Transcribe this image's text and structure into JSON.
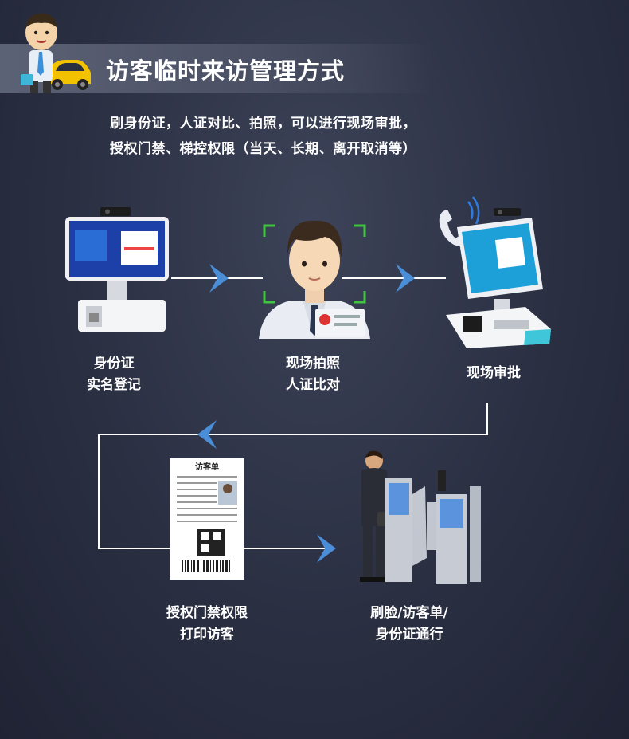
{
  "header": {
    "title": "访客临时来访管理方式"
  },
  "description": {
    "line1": "刷身份证，人证对比、拍照，可以进行现场审批，",
    "line2": "授权门禁、梯控权限（当天、长期、离开取消等）"
  },
  "steps": [
    {
      "line1": "身份证",
      "line2": "实名登记"
    },
    {
      "line1": "现场拍照",
      "line2": "人证比对"
    },
    {
      "line1": "现场审批"
    },
    {
      "line1": "授权门禁权限",
      "line2": "打印访客"
    },
    {
      "line1": "刷脸/访客单/",
      "line2": "身份证通行"
    }
  ],
  "visitor_slip": {
    "title": "访客单"
  },
  "colors": {
    "arrow": "#4a8ed8",
    "line": "#ffffff",
    "accent_green": "#3fc53f"
  }
}
